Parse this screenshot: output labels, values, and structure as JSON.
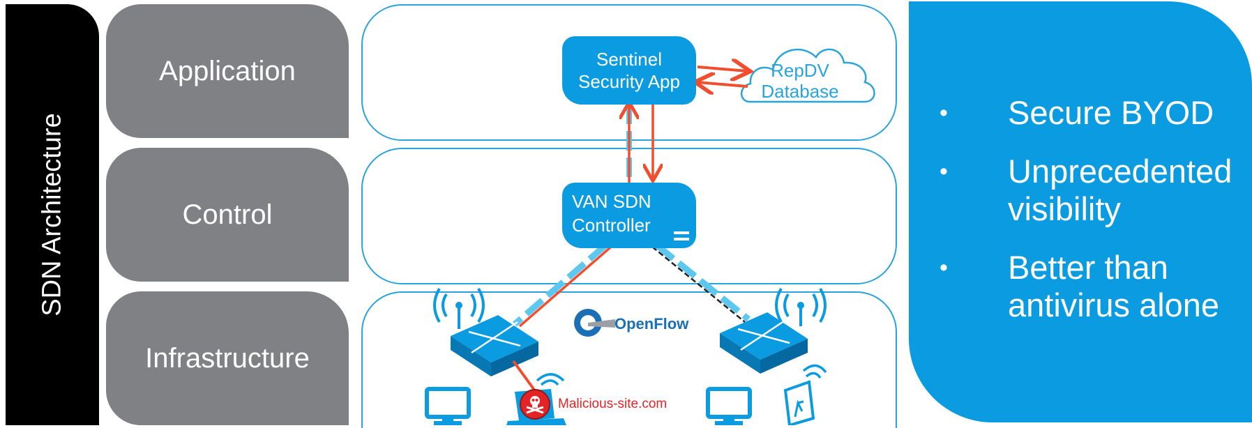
{
  "side_title": "SDN Architecture",
  "layers": [
    {
      "label": "Application"
    },
    {
      "label": "Control"
    },
    {
      "label": "Infrastructure"
    }
  ],
  "app_box": {
    "line1": "Sentinel",
    "line2": "Security App"
  },
  "cloud": {
    "line1": "RepDV",
    "line2": "Database"
  },
  "controller": {
    "line1": "VAN SDN",
    "line2": "Controller"
  },
  "openflow_logo": "OpenFlow",
  "malicious_label": "Malicious-site.com",
  "benefits": [
    "Secure BYOD",
    "Unprecedented visibility",
    "Better than antivirus alone"
  ],
  "bullet_char": "•",
  "colors": {
    "accent_blue": "#0a9be0",
    "arrow_red": "#f04e2e",
    "gray": "#808184",
    "light_blue": "#5cc8f0"
  }
}
